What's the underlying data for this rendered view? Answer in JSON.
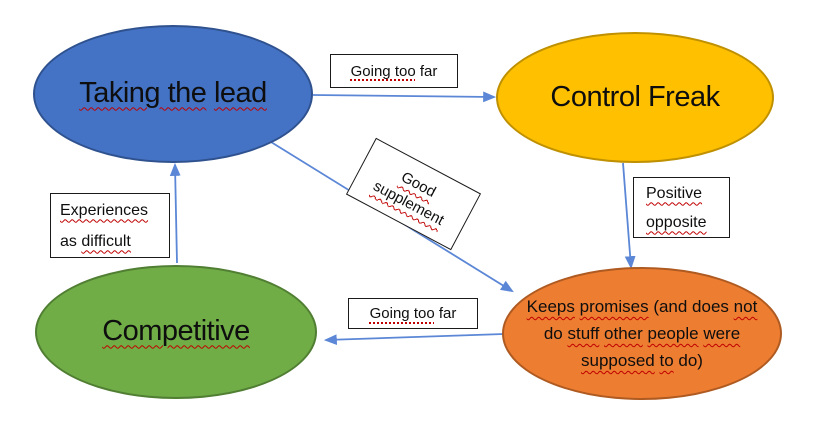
{
  "diagram": {
    "type": "concept-map",
    "background": "#ffffff",
    "colors": {
      "blue_fill": "#4472C4",
      "blue_border": "#2F528F",
      "gold_fill": "#FFC000",
      "gold_border": "#BF9000",
      "green_fill": "#70AD47",
      "green_border": "#507E32",
      "orange_fill": "#ED7D31",
      "orange_border": "#AE5A21",
      "connector": "#5B87D6",
      "spellcheck_squiggle": "#C00000",
      "label_box_border": "#1a1a1a",
      "label_box_fill": "#ffffff"
    },
    "nodes": {
      "taking_lead": {
        "w0": "Taking the",
        "w1": "lead",
        "full": "Taking the lead",
        "shape": "ellipse",
        "color": "blue"
      },
      "control_freak": {
        "label": "Control Freak",
        "shape": "ellipse",
        "color": "gold"
      },
      "competitive": {
        "label": "Competitive",
        "shape": "ellipse",
        "color": "green"
      },
      "keeps_promises": {
        "full": "Keeps promises (and does not do stuff other people were supposed to do)",
        "shape": "ellipse",
        "color": "orange",
        "l1w0": "Keeps",
        "l1w1": "promises",
        "l1mid": "(and does",
        "l1w3": "not",
        "l2w0": "do",
        "l2w1": "stuff",
        "l2w2": "other",
        "l2w3": "people",
        "l2w4": "were",
        "l3w0": "supposed",
        "l3w1": "to",
        "l3w2": "do)"
      }
    },
    "labels": {
      "going_far_top": {
        "marked": "Going too",
        "rest": "far",
        "full": "Going too far"
      },
      "good_supplement": {
        "w0": "Good",
        "w1": "supplement",
        "full": "Good supplement",
        "rotation_deg": 28
      },
      "positive_opposite": {
        "w0": "Positive",
        "w1": "opposite",
        "full": "Positive opposite"
      },
      "going_far_bottom": {
        "marked": "Going too",
        "rest": "far",
        "full": "Going too far"
      },
      "experiences": {
        "line1": "Experiences",
        "line2_w0": "as",
        "line2_w1": "difficult",
        "full": "Experiences as difficult"
      }
    },
    "edges": [
      {
        "from": "Taking the lead",
        "to": "Control Freak",
        "label": "Going too far",
        "direction": "right"
      },
      {
        "from": "Competitive",
        "to": "Taking the lead",
        "label": "Experiences as difficult",
        "direction": "up"
      },
      {
        "from": "Taking the lead",
        "to": "Keeps promises (and does not do stuff other people were supposed to do)",
        "label": "Good supplement",
        "direction": "down-right"
      },
      {
        "from": "Control Freak",
        "to": "Keeps promises (and does not do stuff other people were supposed to do)",
        "label": "Positive opposite",
        "direction": "down"
      },
      {
        "from": "Keeps promises (and does not do stuff other people were supposed to do)",
        "to": "Competitive",
        "label": "Going too far",
        "direction": "left"
      }
    ]
  }
}
